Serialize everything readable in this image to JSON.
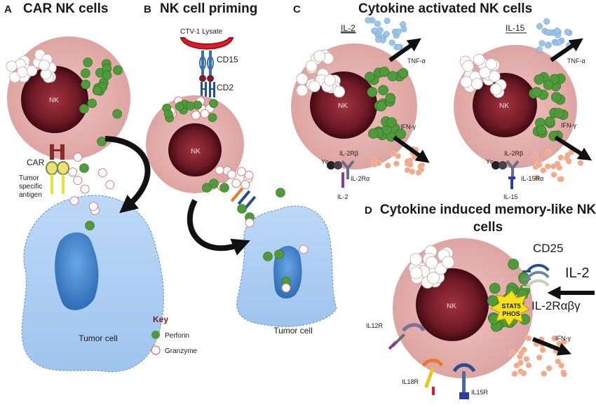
{
  "panels": {
    "a": {
      "letter": "A",
      "title": "CAR NK cells",
      "nk": "NK",
      "car": "CAR",
      "antigen": [
        "Tumor",
        "specific",
        "antigen"
      ],
      "tumor": "Tumor cell"
    },
    "b": {
      "letter": "B",
      "title": "NK cell priming",
      "lysate": "CTV-1 Lysate",
      "cd15": "CD15",
      "cd2": "CD2",
      "nk": "NK",
      "tumor": "Tumor cell"
    },
    "c": {
      "letter": "C",
      "title": "Cytokine activated NK cells",
      "left": {
        "cytokine": "IL-2",
        "tnf": "TNF-α",
        "ifn": "IFN-γ",
        "gamma_c": "Yᴄ",
        "beta": "IL-2Rβ",
        "alpha": "IL-2Rα",
        "ligand": "IL-2",
        "nk": "NK"
      },
      "right": {
        "cytokine": "IL-15",
        "tnf": "TNF-α",
        "ifn": "IFN-γ",
        "gamma_c": "Yᴄ",
        "beta": "IL-2Rβ",
        "alpha": "IL-15Rα",
        "ligand": "IL-15",
        "nk": "NK"
      }
    },
    "d": {
      "letter": "D",
      "title_line1": "Cytokine induced memory-like NK",
      "title_line2": "cells",
      "cd25": "CD25",
      "il2": "IL-2",
      "receptor": "IL-2Rαβγ",
      "stat5_line1": "STAT5",
      "stat5_line2": "PHOS",
      "il12r": "IL12R",
      "il18r": "IL18R",
      "il15r": "IL15R",
      "ifn": "IFN-γ",
      "nk": "NK"
    }
  },
  "key": {
    "title": "Key",
    "perforin": "Perforin",
    "granzyme": "Granzyme"
  },
  "colors": {
    "cell": "#e8b3b0",
    "nucleus": "#7a1f2a",
    "perforin": "#4f9a3a",
    "granzyme_stroke": "#d97b7b",
    "tumor": "#a9cdf2",
    "tumor_nucleus": "#3f7fc4"
  }
}
